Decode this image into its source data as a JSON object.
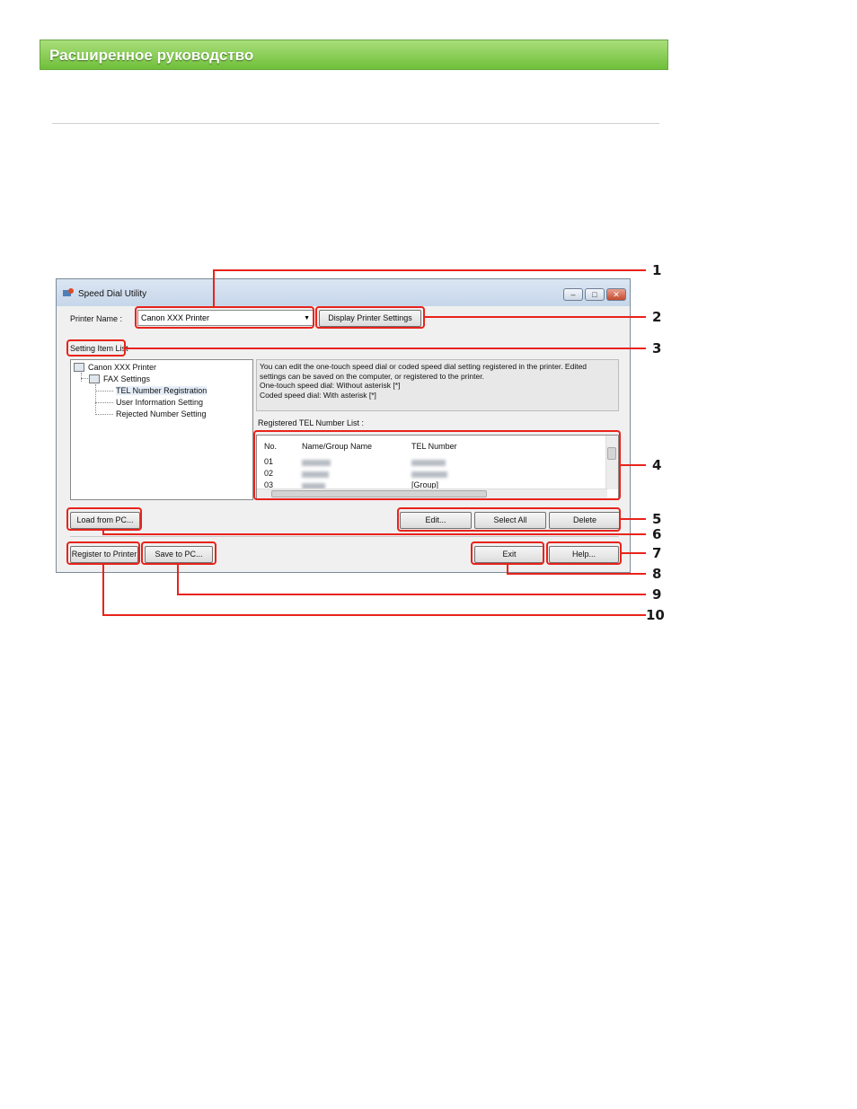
{
  "banner": {
    "title": "Расширенное руководство"
  },
  "window": {
    "title": "Speed Dial Utility",
    "controls": {
      "minimize": "–",
      "maximize": "□",
      "close": "✕"
    },
    "printer_name_label": "Printer Name :",
    "printer_selected": "Canon XXX Printer",
    "display_settings_button": "Display Printer Settings",
    "setting_item_list_label": "Setting Item List",
    "tree": {
      "root": "Canon XXX Printer",
      "group": "FAX Settings",
      "items": [
        "TEL Number Registration",
        "User Information Setting",
        "Rejected Number Setting"
      ]
    },
    "description": [
      "You can edit the one-touch speed dial or coded speed dial setting registered in the printer. Edited",
      "settings can be saved on the computer, or registered to the printer.",
      "One-touch speed dial: Without asterisk [*]",
      "Coded speed dial: With asterisk [*]"
    ],
    "registered_list_label": "Registered TEL Number List :",
    "table": {
      "headers": [
        "No.",
        "Name/Group Name",
        "TEL Number"
      ],
      "rows": [
        {
          "no": "01",
          "tel": ""
        },
        {
          "no": "02",
          "tel": ""
        },
        {
          "no": "03",
          "tel": "[Group]"
        }
      ]
    },
    "buttons": {
      "load": "Load from PC...",
      "edit": "Edit...",
      "select_all": "Select All",
      "delete": "Delete",
      "register": "Register to Printer",
      "save": "Save to PC...",
      "exit": "Exit",
      "help": "Help..."
    }
  },
  "callouts": [
    "1",
    "2",
    "3",
    "4",
    "5",
    "6",
    "7",
    "8",
    "9",
    "10"
  ],
  "colors": {
    "callout": "#e8231b",
    "banner": "#7cc446"
  }
}
